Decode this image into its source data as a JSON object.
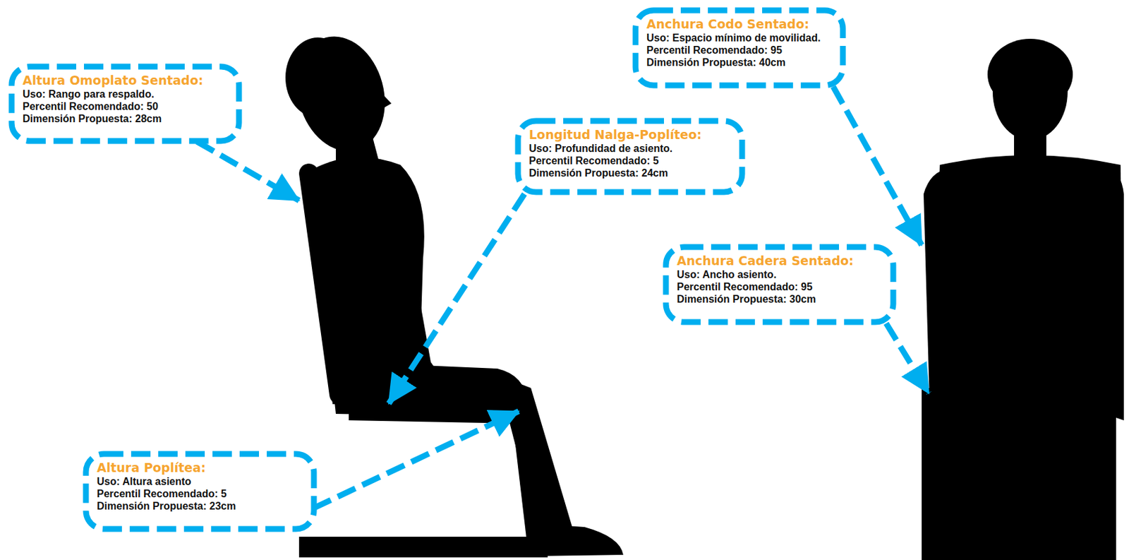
{
  "diagram": {
    "nodes": [
      {
        "text": [
          "Altura Omoplato Sentado:",
          "Uso: Rango para respaldo.",
          "Percentil Recomendado: 50",
          "Dimensión Propuesta: 28cm"
        ]
      },
      {
        "text": [
          "Anchura Codo Sentado:",
          "Uso: Espacio mínimo de movilidad.",
          "Percentil Recomendado: 95",
          "Dimensión Propuesta: 40cm"
        ]
      },
      {
        "text": [
          "Longitud Nalga-Poplíteo:",
          "Uso: Profundidad de asiento.",
          "Percentil Recomendado: 5",
          "Dimensión Propuesta: 24cm"
        ]
      },
      {
        "text": [
          "Anchura Cadera Sentado:",
          "Uso: Ancho asiento.",
          "Percentil Recomendado: 95",
          "Dimensión Propuesta: 30cm"
        ]
      },
      {
        "text": [
          "Altura Poplítea:",
          "Uso: Altura asiento",
          "Percentil Recomendado: 5",
          "Dimensión Propuesta: 23cm"
        ]
      }
    ]
  }
}
